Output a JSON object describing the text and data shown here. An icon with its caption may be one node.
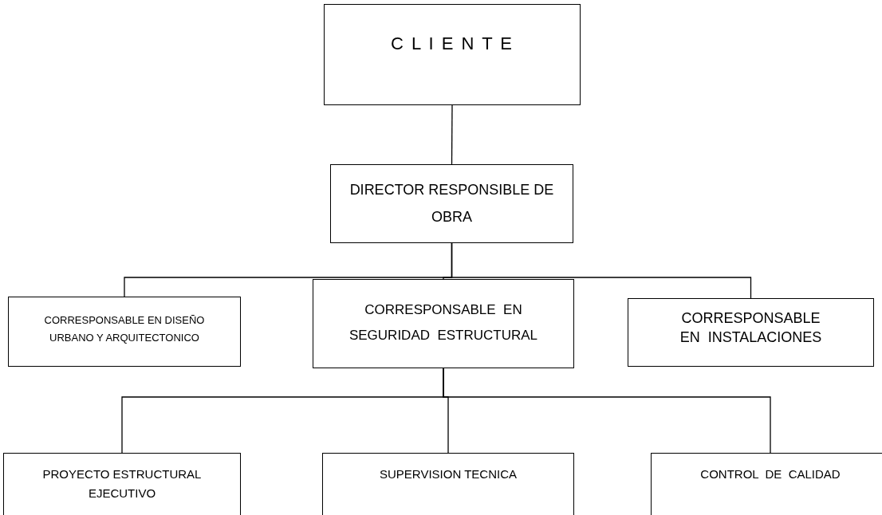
{
  "diagram": {
    "nodes": [
      {
        "text": [
          "C L I E N T E"
        ]
      },
      {
        "text": [
          "DIRECTOR RESPONSIBLE DE OBRA"
        ]
      },
      {
        "text": [
          "CORRESPONSABLE EN DISEÑO URBANO Y ARQUITECTONICO"
        ]
      },
      {
        "text": [
          "CORRESPONSABLE  EN SEGURIDAD  ESTRUCTURAL"
        ]
      },
      {
        "text": [
          "CORRESPONSABLE EN  INSTALACIONES"
        ]
      },
      {
        "text": [
          "PROYECTO ESTRUCTURAL EJECUTIVO"
        ]
      },
      {
        "text": [
          "SUPERVISION TECNICA"
        ]
      },
      {
        "text": [
          "CONTROL  DE  CALIDAD"
        ]
      }
    ],
    "edges": [
      {
        "from": 0,
        "to": 1,
        "arrow": "none"
      },
      {
        "from": 1,
        "to": 2,
        "arrow": "none"
      },
      {
        "from": 1,
        "to": 3,
        "arrow": "none"
      },
      {
        "from": 1,
        "to": 4,
        "arrow": "none"
      },
      {
        "from": 3,
        "to": 5,
        "arrow": "none"
      },
      {
        "from": 3,
        "to": 6,
        "arrow": "none"
      },
      {
        "from": 3,
        "to": 7,
        "arrow": "none"
      }
    ]
  }
}
